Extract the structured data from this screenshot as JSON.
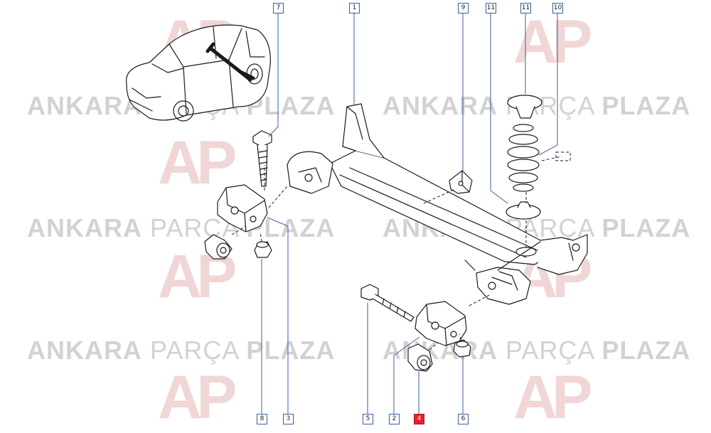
{
  "watermark": {
    "w1": "ANKARA",
    "w2": "PARÇA",
    "w3": "PLAZA"
  },
  "logo_text": "AP",
  "callouts": [
    {
      "id": "c-7a",
      "label": "7"
    },
    {
      "id": "c-1",
      "label": "1"
    },
    {
      "id": "c-9",
      "label": "9"
    },
    {
      "id": "c-11a",
      "label": "11"
    },
    {
      "id": "c-11b",
      "label": "11"
    },
    {
      "id": "c-10",
      "label": "10"
    },
    {
      "id": "c-8",
      "label": "8"
    },
    {
      "id": "c-3",
      "label": "3"
    },
    {
      "id": "c-5",
      "label": "5"
    },
    {
      "id": "c-2",
      "label": "2"
    },
    {
      "id": "c-4",
      "label": "4",
      "highlighted": true
    },
    {
      "id": "c-6",
      "label": "6"
    }
  ],
  "colors": {
    "line": "#1a1a1a",
    "callout_border": "#3b5f9e",
    "highlight": "#e8202a",
    "watermark": "#d2d2d2"
  }
}
